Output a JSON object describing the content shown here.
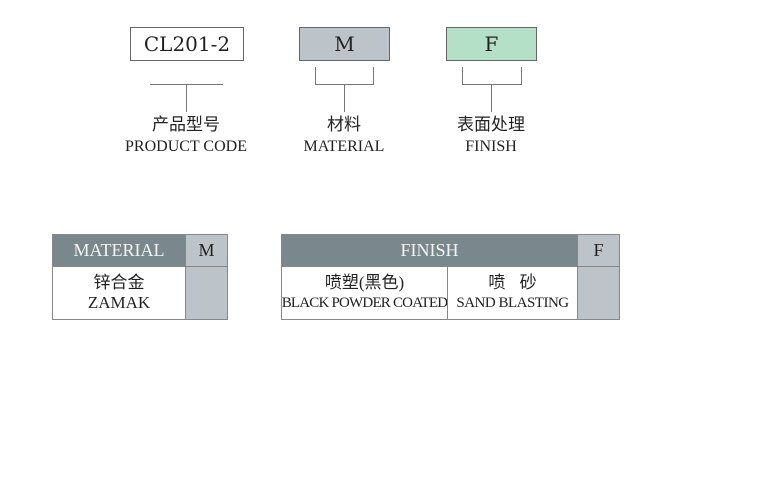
{
  "code_parts": {
    "product_code": {
      "value": "CL201-2",
      "label_cn": "产品型号",
      "label_en": "PRODUCT CODE"
    },
    "material": {
      "value": "M",
      "label_cn": "材料",
      "label_en": "MATERIAL",
      "color": "#bcc3c9"
    },
    "finish": {
      "value": "F",
      "label_cn": "表面处理",
      "label_en": "FINISH",
      "color": "#b4e0c8"
    }
  },
  "material_table": {
    "header": "MATERIAL",
    "code_header": "M",
    "rows": [
      {
        "cn": "锌合金",
        "en": "ZAMAK"
      }
    ]
  },
  "finish_table": {
    "header": "FINISH",
    "code_header": "F",
    "options": [
      {
        "cn": "喷塑(黑色)",
        "en": "BLACK POWDER COATED"
      },
      {
        "cn": "喷 砂",
        "en": "SAND BLASTING"
      }
    ]
  }
}
